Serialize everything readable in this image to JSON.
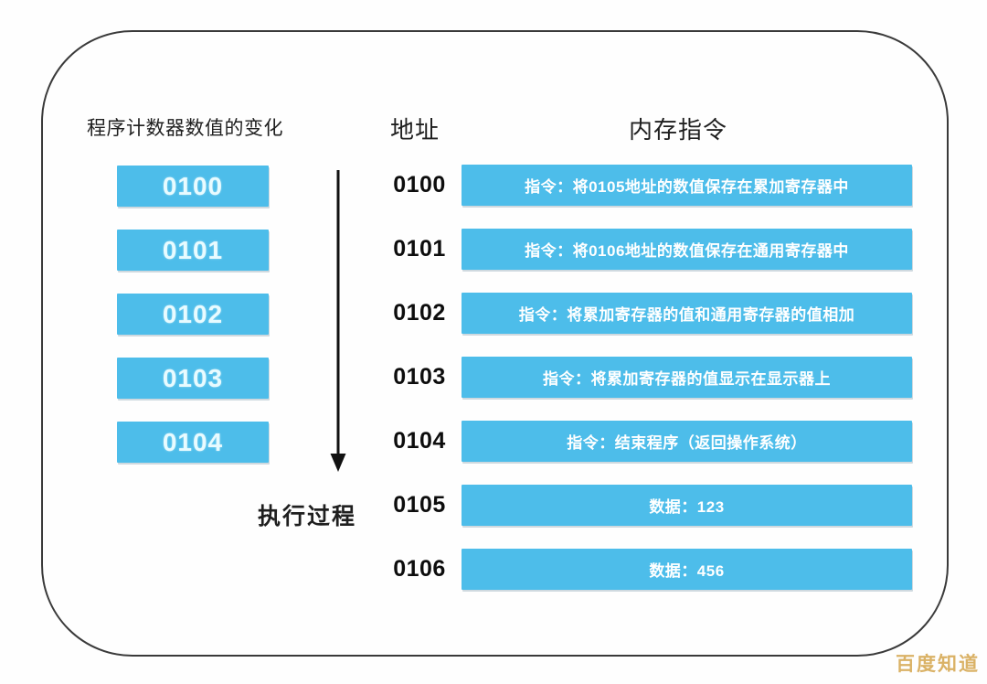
{
  "diagram": {
    "pc_column": {
      "title": "程序计数器数值的变化",
      "values": [
        "0100",
        "0101",
        "0102",
        "0103",
        "0104"
      ]
    },
    "execution_label": "执行过程",
    "memory_table": {
      "address_header": "地址",
      "instructions_header": "内存指令",
      "rows": [
        {
          "address": "0100",
          "content": "指令：将0105地址的数值保存在累加寄存器中"
        },
        {
          "address": "0101",
          "content": "指令：将0106地址的数值保存在通用寄存器中"
        },
        {
          "address": "0102",
          "content": "指令：将累加寄存器的值和通用寄存器的值相加"
        },
        {
          "address": "0103",
          "content": "指令：将累加寄存器的值显示在显示器上"
        },
        {
          "address": "0104",
          "content": "指令：结束程序（返回操作系统）"
        },
        {
          "address": "0105",
          "content": "数据：123"
        },
        {
          "address": "0106",
          "content": "数据：456"
        }
      ]
    },
    "watermark": "百度知道",
    "colors": {
      "box_blue": "#4dbdea",
      "frame_border": "#3a3a3a",
      "text_dark": "#1f1f1f",
      "box_text": "#ffffff",
      "pc_number_text": "#e8fbff",
      "watermark_gold": "#d9ae5e"
    }
  }
}
